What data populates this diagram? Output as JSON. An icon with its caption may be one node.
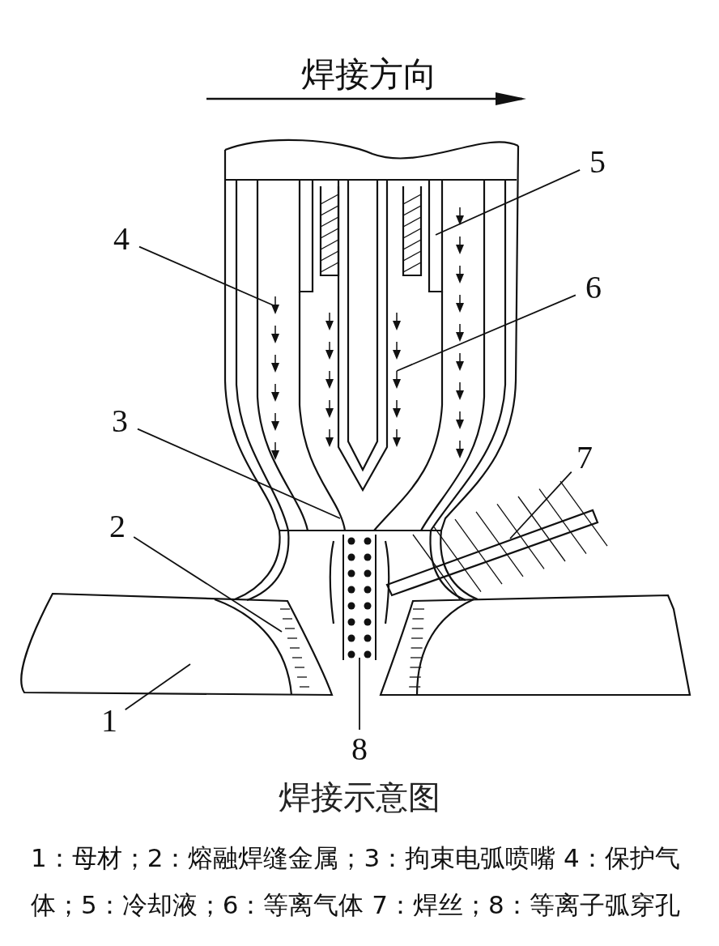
{
  "diagram": {
    "caption": "焊接示意图",
    "nodes": [
      {
        "text": [
          "1"
        ]
      },
      {
        "text": [
          "2"
        ]
      },
      {
        "text": [
          "3"
        ]
      },
      {
        "text": [
          "4"
        ]
      },
      {
        "text": [
          "5"
        ]
      },
      {
        "text": [
          "6"
        ]
      },
      {
        "text": [
          "7"
        ]
      },
      {
        "text": [
          "8"
        ]
      },
      {
        "text": [],
        "shape": "picture"
      },
      {
        "text": [],
        "shape": "picture",
        "in": 8
      },
      {
        "text": [],
        "shape": "picture"
      },
      {
        "text": [],
        "shape": "picture"
      },
      {
        "text": [],
        "shape": "picture"
      },
      {
        "text": [],
        "shape": "picture"
      },
      {
        "text": [],
        "shape": "picture"
      },
      {
        "text": [],
        "shape": "picture"
      }
    ],
    "edges": [
      {
        "from": 0,
        "to": 8,
        "arrow": "none"
      },
      {
        "from": 1,
        "to": 9,
        "arrow": "none"
      },
      {
        "from": 2,
        "to": 10,
        "arrow": "none"
      },
      {
        "from": 3,
        "to": 11,
        "arrow": "none"
      },
      {
        "from": 4,
        "to": 12,
        "arrow": "none"
      },
      {
        "from": 5,
        "to": 13,
        "arrow": "none"
      },
      {
        "from": 6,
        "to": 14,
        "arrow": "none"
      },
      {
        "from": 7,
        "to": 15,
        "arrow": "none"
      }
    ],
    "labels": [
      "焊接方向",
      "1：母材；2：熔融焊缝金属；3：拘束电弧喷嘴 4：保护气体；5：冷却液；6：等离气体 7：焊丝；8：等离子弧穿孔"
    ]
  }
}
